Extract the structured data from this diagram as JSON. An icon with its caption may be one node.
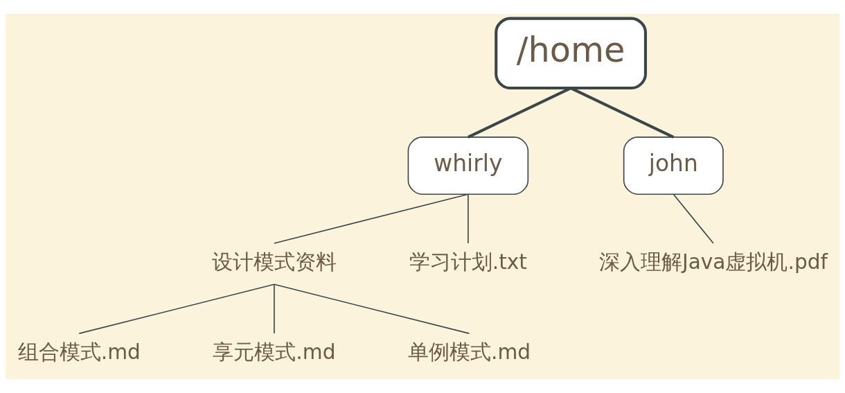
{
  "diagram": {
    "nodes": [
      {
        "text": [
          "/home"
        ]
      },
      {
        "text": [
          "whirly"
        ]
      },
      {
        "text": [
          "john"
        ]
      },
      {
        "text": [
          "设计模式资料"
        ]
      },
      {
        "text": [
          "学习计划.txt"
        ]
      },
      {
        "text": [
          "深入理解Java虚拟机.pdf"
        ]
      },
      {
        "text": [
          "组合模式.md"
        ]
      },
      {
        "text": [
          "享元模式.md"
        ]
      },
      {
        "text": [
          "单例模式.md"
        ]
      }
    ],
    "edges": [
      {
        "from": 0,
        "to": 1,
        "arrow": "none",
        "style": "thick"
      },
      {
        "from": 0,
        "to": 2,
        "arrow": "none",
        "style": "thick"
      },
      {
        "from": 1,
        "to": 3,
        "arrow": "none"
      },
      {
        "from": 1,
        "to": 4,
        "arrow": "none"
      },
      {
        "from": 2,
        "to": 5,
        "arrow": "none"
      },
      {
        "from": 3,
        "to": 6,
        "arrow": "none"
      },
      {
        "from": 3,
        "to": 7,
        "arrow": "none"
      },
      {
        "from": 3,
        "to": 8,
        "arrow": "none"
      }
    ]
  }
}
